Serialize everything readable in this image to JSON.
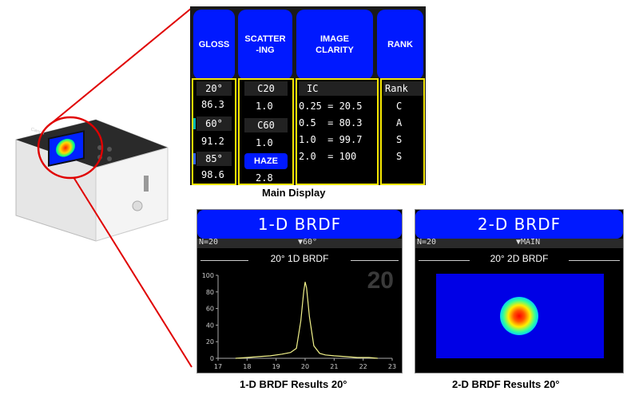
{
  "device": {
    "brand": "Canon"
  },
  "main_display": {
    "caption": "Main Display",
    "headers": [
      "GLOSS",
      "SCATTER\n-ING",
      "IMAGE\nCLARITY",
      "RANK"
    ],
    "gloss": [
      {
        "label": "20°",
        "value": "86.3"
      },
      {
        "label": "60°",
        "value": "91.2"
      },
      {
        "label": "85°",
        "value": "98.6"
      }
    ],
    "scattering": [
      {
        "label": "C20",
        "value": "1.0"
      },
      {
        "label": "C60",
        "value": "1.0"
      },
      {
        "label": "HAZE",
        "value": "2.8"
      }
    ],
    "ic_header": "IC",
    "ic_rows": [
      "0.25 = 20.5",
      "0.5  = 80.3",
      "1.0  = 99.7",
      "2.0  = 100"
    ],
    "rank_header": "Rank",
    "rank_rows": [
      "C",
      "A",
      "S",
      "S"
    ],
    "accent_colors": [
      "#f2e400",
      "#0019ff"
    ]
  },
  "brdf_1d": {
    "title": "1-D BRDF",
    "n_label": "N=20",
    "angle_label": "▼60°",
    "plot_title": "20° 1D BRDF",
    "big_number": "20",
    "caption": "1-D BRDF Results 20°"
  },
  "brdf_2d": {
    "title": "2-D BRDF",
    "n_label": "N=20",
    "angle_label": "▼MAIN",
    "plot_title": "20° 2D BRDF",
    "caption": "2-D BRDF Results 20°"
  },
  "chart_data": {
    "type": "line",
    "x_ticks": [
      "17",
      "18",
      "19",
      "20",
      "21",
      "22",
      "23"
    ],
    "y_ticks": [
      "0",
      "20",
      "40",
      "60",
      "80",
      "100"
    ],
    "xlim": [
      17,
      23
    ],
    "ylim": [
      0,
      100
    ],
    "x": [
      17.6,
      18.0,
      18.4,
      18.8,
      19.2,
      19.5,
      19.7,
      19.85,
      19.95,
      20.0,
      20.05,
      20.15,
      20.3,
      20.5,
      20.7,
      21.0,
      21.4,
      21.8,
      22.2,
      22.5
    ],
    "y": [
      0,
      1,
      2,
      3,
      5,
      7,
      12,
      45,
      80,
      92,
      85,
      50,
      15,
      6,
      4,
      3,
      2,
      1,
      1,
      0
    ],
    "line_color": "#f2f28a"
  }
}
